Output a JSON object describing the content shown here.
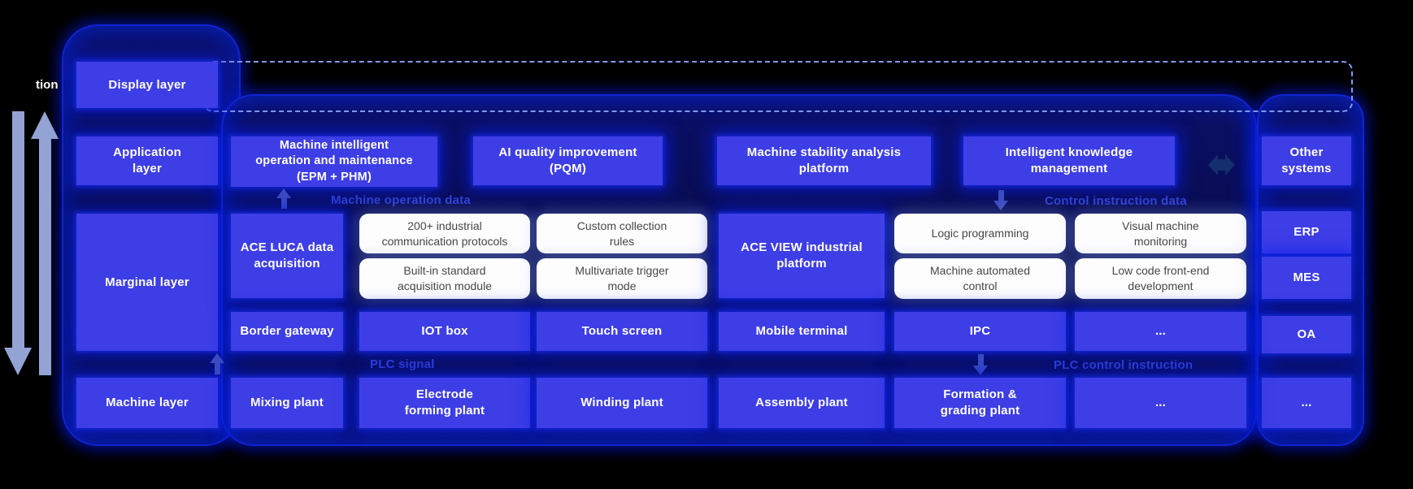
{
  "layers": {
    "display": "Display layer",
    "application": "Application\nlayer",
    "marginal": "Marginal layer",
    "machine": "Machine layer"
  },
  "application_row": {
    "epm": "Machine intelligent\noperation and maintenance\n(EPM + PHM)",
    "pqm": "AI quality improvement\n(PQM)",
    "stability": "Machine stability analysis\nplatform",
    "knowledge": "Intelligent knowledge\nmanagement",
    "other_systems": "Other\nsystems"
  },
  "marginal_row": {
    "ace_luca": "ACE LUCA data\nacquisition",
    "ace_view": "ACE VIEW industrial\nplatform",
    "chips": {
      "protocols": "200+ industrial\ncommunication protocols",
      "builtin": "Built-in standard\nacquisition module",
      "custom": "Custom collection\nrules",
      "trigger": "Multivariate trigger\nmode",
      "logic": "Logic programming",
      "automated": "Machine automated\ncontrol",
      "visual": "Visual machine\nmonitoring",
      "lowcode": "Low code front-end\ndevelopment"
    }
  },
  "device_row": {
    "border_gateway": "Border gateway",
    "iot_box": "IOT box",
    "touch_screen": "Touch screen",
    "mobile_terminal": "Mobile terminal",
    "ipc": "IPC",
    "more": "..."
  },
  "machine_row": {
    "mixing": "Mixing plant",
    "electrode": "Electrode\nforming plant",
    "winding": "Winding plant",
    "assembly": "Assembly plant",
    "formation": "Formation &\ngrading plant",
    "more1": "...",
    "more2": "..."
  },
  "right_column": {
    "erp": "ERP",
    "mes": "MES",
    "oa": "OA",
    "more": "..."
  },
  "flow_labels": {
    "machine_operation_data": "Machine operation data",
    "control_instruction_data": "Control instruction data",
    "plc_signal": "PLC signal",
    "plc_control_instruction": "PLC control instruction"
  },
  "edge_text": "tion",
  "colors": {
    "box_blue": "#3e3ee6",
    "chip_white": "#fdfdfe",
    "panel_navy": "#0a0e55",
    "glow_blue": "#0018ff",
    "flow_label_blue": "#2e40d8",
    "dash_blue": "#8099ea",
    "side_arrow_gray_blue": "#93a3d4",
    "bidirectional_arrow_navy": "#142e6e",
    "background": "#000000"
  }
}
